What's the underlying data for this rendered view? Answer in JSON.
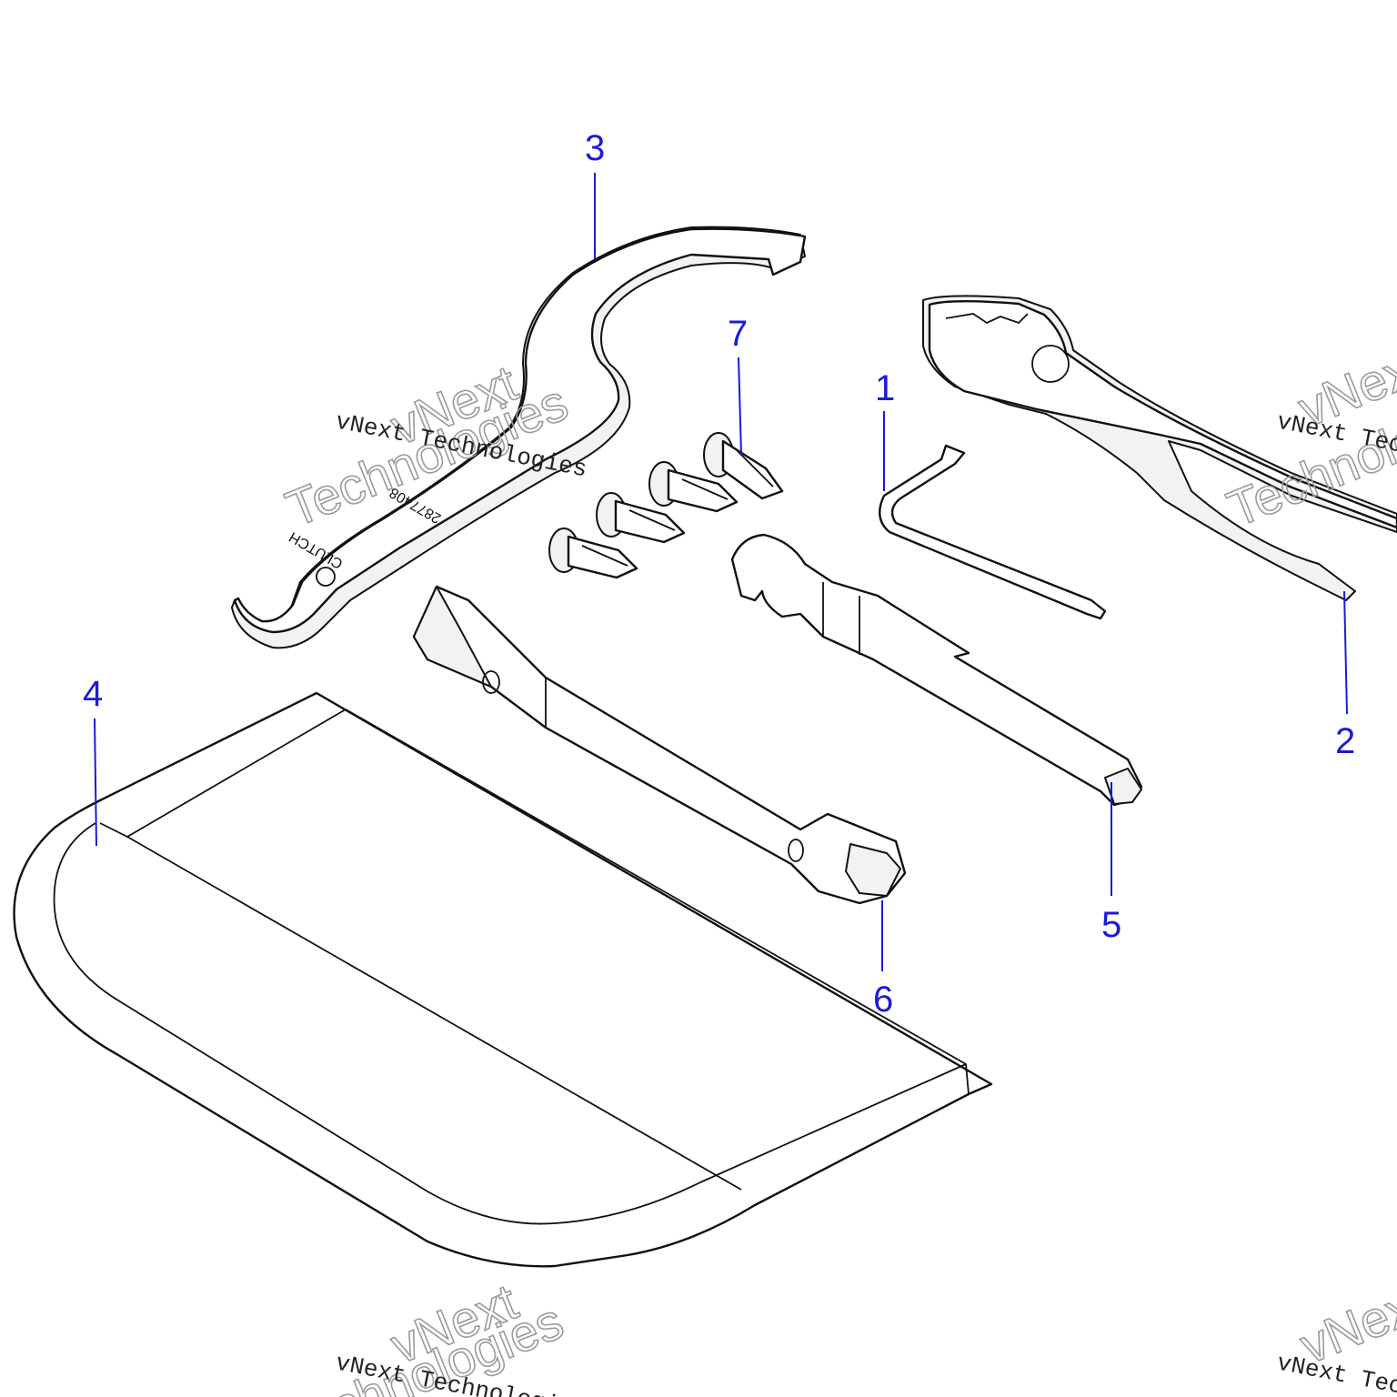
{
  "callouts": {
    "c1": "1",
    "c2": "2",
    "c3": "3",
    "c4": "4",
    "c5": "5",
    "c6": "6",
    "c7": "7"
  },
  "engravings": {
    "clutch": "CLUTCH",
    "part_no": "2877408"
  },
  "watermark": {
    "line": "vNext Technologies",
    "word1": "vNext",
    "word2": "Technologies"
  },
  "colors": {
    "callout": "#1a1adb",
    "outline": "#111111"
  }
}
